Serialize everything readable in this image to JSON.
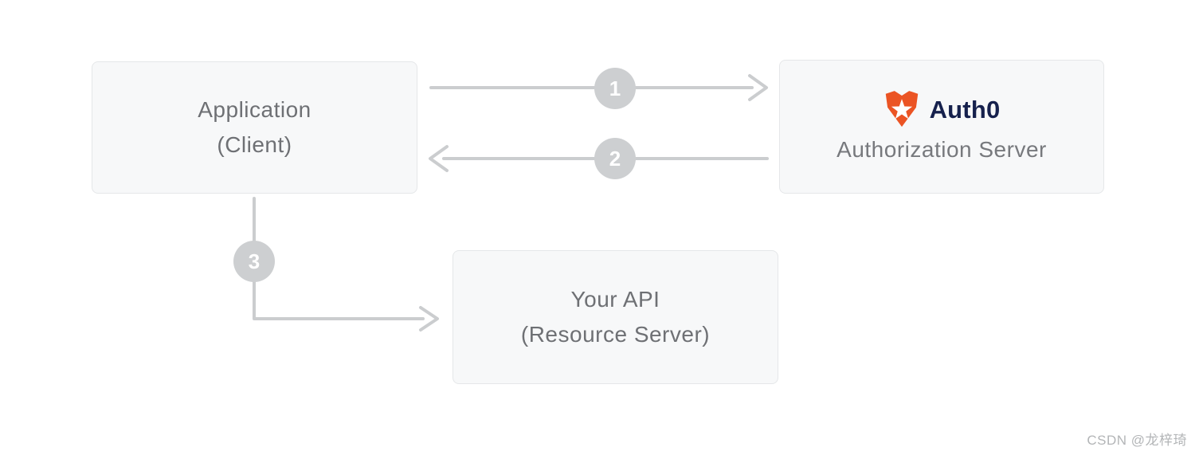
{
  "diagram": {
    "nodes": {
      "application": {
        "line1": "Application",
        "line2": "(Client)"
      },
      "auth_server": {
        "brand": "Auth0",
        "label": "Authorization Server"
      },
      "api": {
        "line1": "Your API",
        "line2": "(Resource Server)"
      }
    },
    "steps": [
      {
        "number": "1",
        "from": "application",
        "to": "auth_server"
      },
      {
        "number": "2",
        "from": "auth_server",
        "to": "application"
      },
      {
        "number": "3",
        "from": "application",
        "to": "api"
      }
    ],
    "colors": {
      "auth0_orange": "#EB5424",
      "auth0_navy": "#16214D",
      "box_bg": "#F7F8F9",
      "box_border": "#E5E7E9",
      "node_text_gray": "#6E7074",
      "arrow_gray": "#CBCDCF",
      "step_circle_gray": "#CDCFD1"
    }
  },
  "watermark": {
    "text": "CSDN @龙梓琦"
  }
}
